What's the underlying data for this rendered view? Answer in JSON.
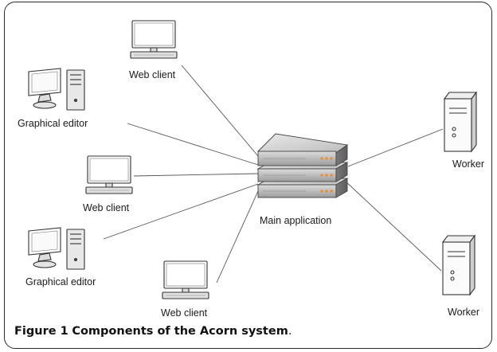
{
  "diagram": {
    "nodes": {
      "web_client_top": {
        "label": "Web client",
        "icon": "monitor-icon"
      },
      "graphical_editor_top": {
        "label": "Graphical editor",
        "icon": "workstation-icon"
      },
      "web_client_middle": {
        "label": "Web client",
        "icon": "monitor-icon"
      },
      "graphical_editor_bottom": {
        "label": "Graphical editor",
        "icon": "workstation-icon"
      },
      "web_client_bottom": {
        "label": "Web client",
        "icon": "monitor-icon"
      },
      "main_application": {
        "label": "Main application",
        "icon": "server-stack-icon"
      },
      "worker_top": {
        "label": "Worker",
        "icon": "tower-server-icon"
      },
      "worker_bottom": {
        "label": "Worker",
        "icon": "tower-server-icon"
      }
    },
    "edges": [
      [
        "web_client_top",
        "main_application"
      ],
      [
        "graphical_editor_top",
        "main_application"
      ],
      [
        "web_client_middle",
        "main_application"
      ],
      [
        "graphical_editor_bottom",
        "main_application"
      ],
      [
        "web_client_bottom",
        "main_application"
      ],
      [
        "main_application",
        "worker_top"
      ],
      [
        "main_application",
        "worker_bottom"
      ]
    ]
  },
  "caption": {
    "figure_number": "Figure 1",
    "title": "Components of the Acorn system",
    "trailing": "."
  }
}
